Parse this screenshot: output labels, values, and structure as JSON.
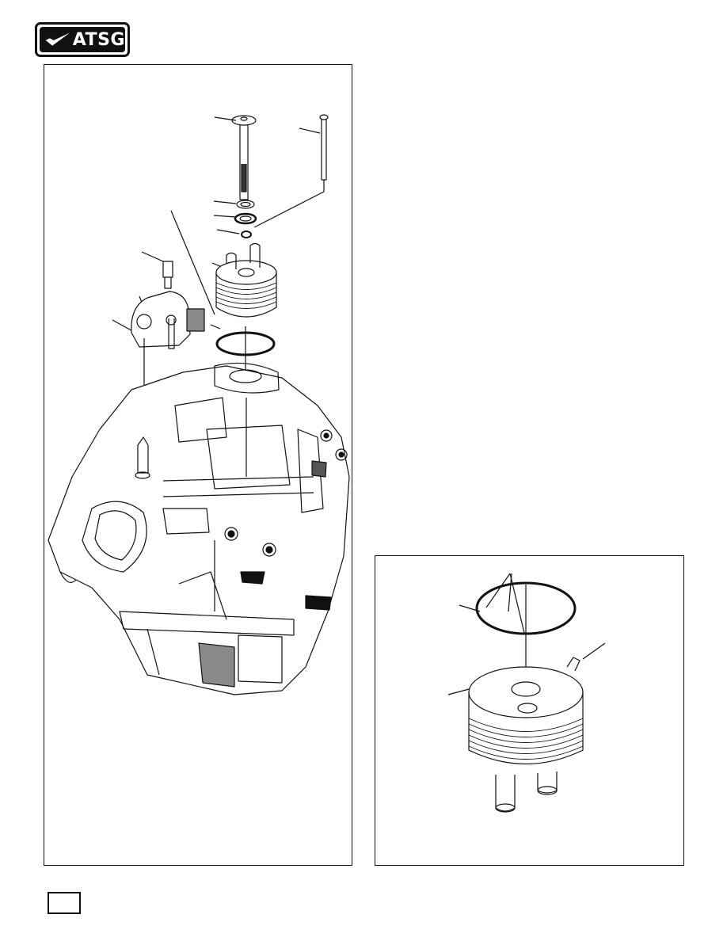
{
  "header": {
    "logo_text": "ATSG"
  },
  "footer": {
    "page_number": ""
  },
  "figures": [
    {
      "name": "exploded-transaxle-cooler-assembly"
    },
    {
      "name": "oil-cooler-seal-detail"
    }
  ]
}
